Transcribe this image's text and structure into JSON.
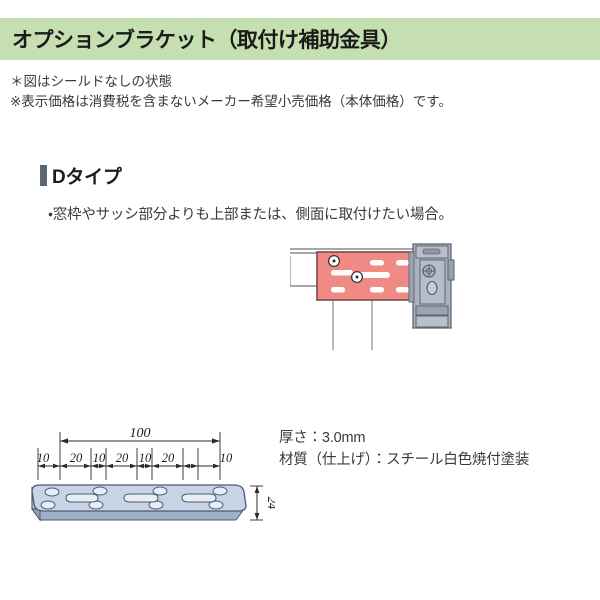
{
  "header": {
    "title": "オプションブラケット（取付け補助金具）",
    "band_color": "#c6dfb0"
  },
  "notes": [
    "＊図はシールドなしの状態",
    "※表示価格は消費税を含まないメーカー希望小売価格（本体価格）です。"
  ],
  "type_section": {
    "bullet_color": "#5b6670",
    "heading": "Dタイプ",
    "description": "・窓枠やサッシ部分よりも上部または、側面に取付けたい場合。"
  },
  "mount_illustration": {
    "bracket_plate_color": "#f08a85",
    "bracket_plate_edge_color": "#7a4a48",
    "hardware_color": "#a8b0bd",
    "frame_line_color": "#8a8a8a",
    "screw_count": 2,
    "slot_count": 7
  },
  "dimension_drawing": {
    "overall_label": "100",
    "segment_labels": [
      "10",
      "20",
      "10",
      "20",
      "10",
      "20",
      "10"
    ],
    "height_label": "24",
    "plate_fill": "#c8d4e4",
    "plate_edge": "#4a5a72",
    "hole_count": 8,
    "slot_count": 3
  },
  "spec": {
    "thickness": "厚さ：3.0mm",
    "material": "材質（仕上げ）：スチール白色焼付塗装"
  }
}
